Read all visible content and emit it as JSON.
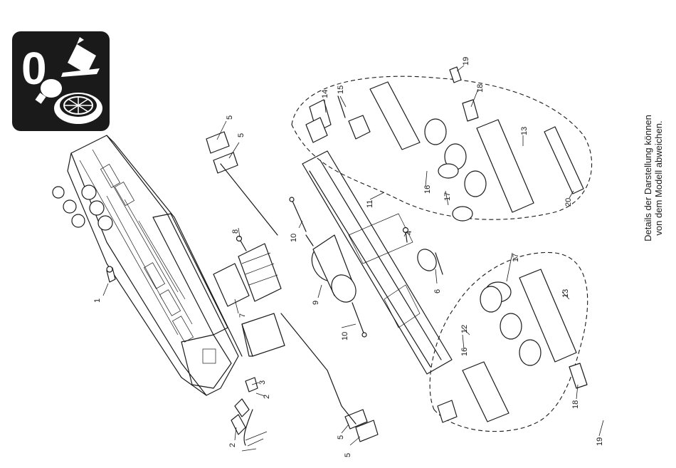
{
  "note": {
    "line1": "Details der Darstellung können",
    "line2": "von dem Modell abweichen."
  },
  "badge": {
    "label": "0",
    "icons": [
      "maintenance-badge",
      "lubrication-icon",
      "light-bulb-icon",
      "wheel-icon"
    ]
  },
  "callouts": {
    "c1": "1",
    "c2a": "2",
    "c2b": "2",
    "c3": "3",
    "c4": "4",
    "c5a": "5",
    "c5b": "5",
    "c5c": "5",
    "c5d": "5",
    "c6": "6",
    "c7": "7",
    "c8": "8",
    "c9": "9",
    "c10a": "10",
    "c10b": "10",
    "c11": "11",
    "c12": "12",
    "c13a": "13",
    "c13b": "13",
    "c14": "14",
    "c15": "15",
    "c16a": "16",
    "c16b": "16",
    "c17a": "17",
    "c17b": "17",
    "c18a": "18",
    "c18b": "18",
    "c19a": "19",
    "c19b": "19",
    "c20": "20"
  }
}
